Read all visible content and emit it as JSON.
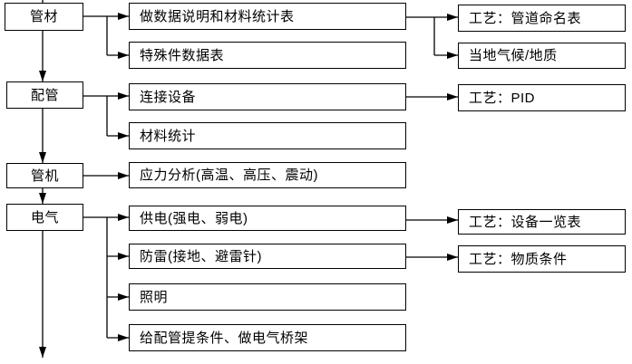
{
  "colors": {
    "line": "#000000",
    "background": "#ffffff",
    "text": "#000000"
  },
  "stages": [
    {
      "label": "管材"
    },
    {
      "label": "配管"
    },
    {
      "label": "管机"
    },
    {
      "label": "电气"
    }
  ],
  "tasks": [
    {
      "label": "做数据说明和材料统计表"
    },
    {
      "label": "特殊件数据表"
    },
    {
      "label": "连接设备"
    },
    {
      "label": "材料统计"
    },
    {
      "label": "应力分析(高温、高压、震动)"
    },
    {
      "label": "供电(强电、弱电)"
    },
    {
      "label": "防雷(接地、避雷针)"
    },
    {
      "label": "照明"
    },
    {
      "label": "给配管提条件、做电气桥架"
    }
  ],
  "references": [
    {
      "label": "工艺：管道命名表"
    },
    {
      "label": "当地气候/地质"
    },
    {
      "label": "工艺：PID"
    },
    {
      "label": "工艺：设备一览表"
    },
    {
      "label": "工艺：物质条件"
    }
  ]
}
